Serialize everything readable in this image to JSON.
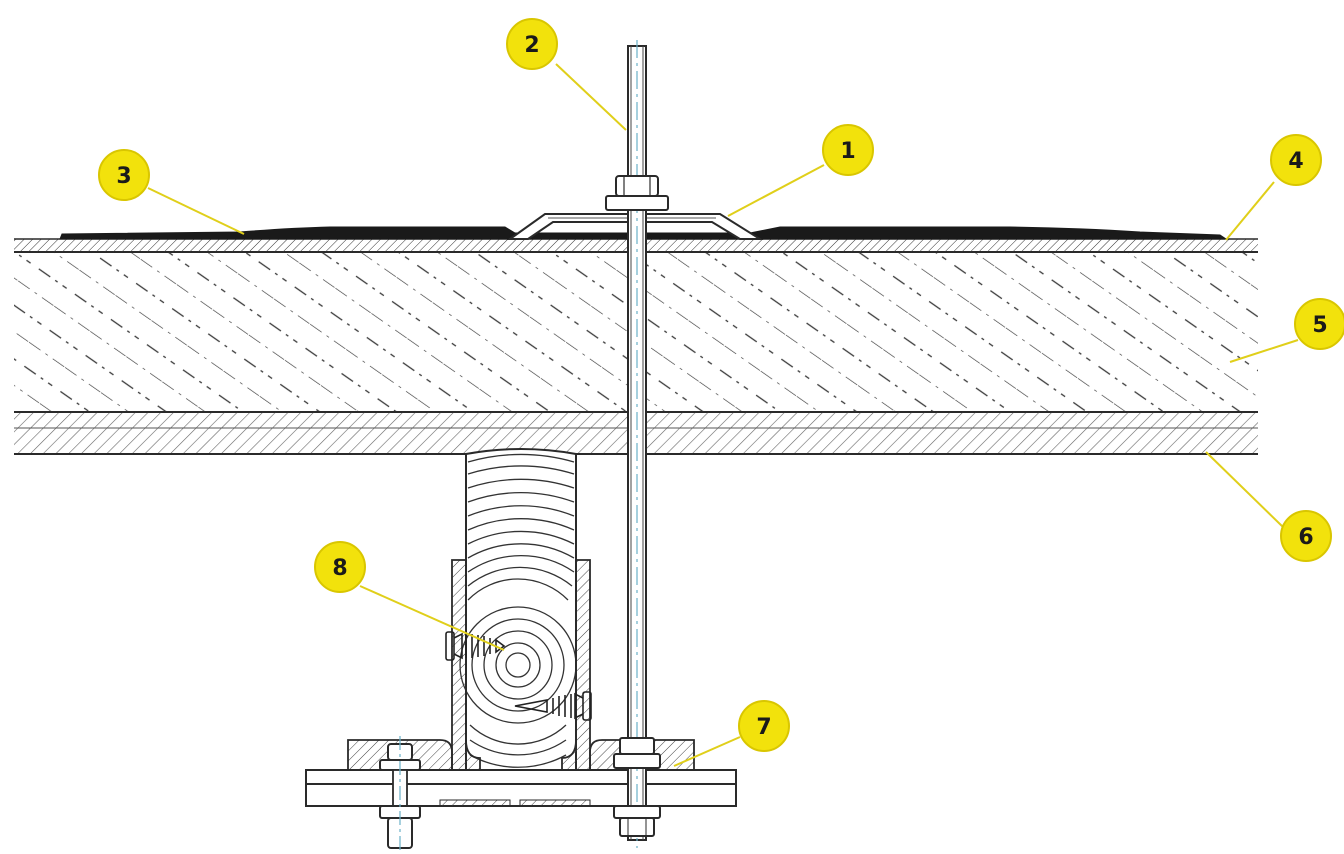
{
  "colors": {
    "callout_fill": "#f2e20c",
    "callout_stroke": "#d9c600",
    "leader_line": "#e0cf1a",
    "ink": "#2a2a2a",
    "axis_line": "#6ab0c8",
    "background": "#ffffff"
  },
  "callouts": [
    {
      "id": "1",
      "label": "1"
    },
    {
      "id": "2",
      "label": "2"
    },
    {
      "id": "3",
      "label": "3"
    },
    {
      "id": "4",
      "label": "4"
    },
    {
      "id": "5",
      "label": "5"
    },
    {
      "id": "6",
      "label": "6"
    },
    {
      "id": "7",
      "label": "7"
    },
    {
      "id": "8",
      "label": "8"
    }
  ]
}
